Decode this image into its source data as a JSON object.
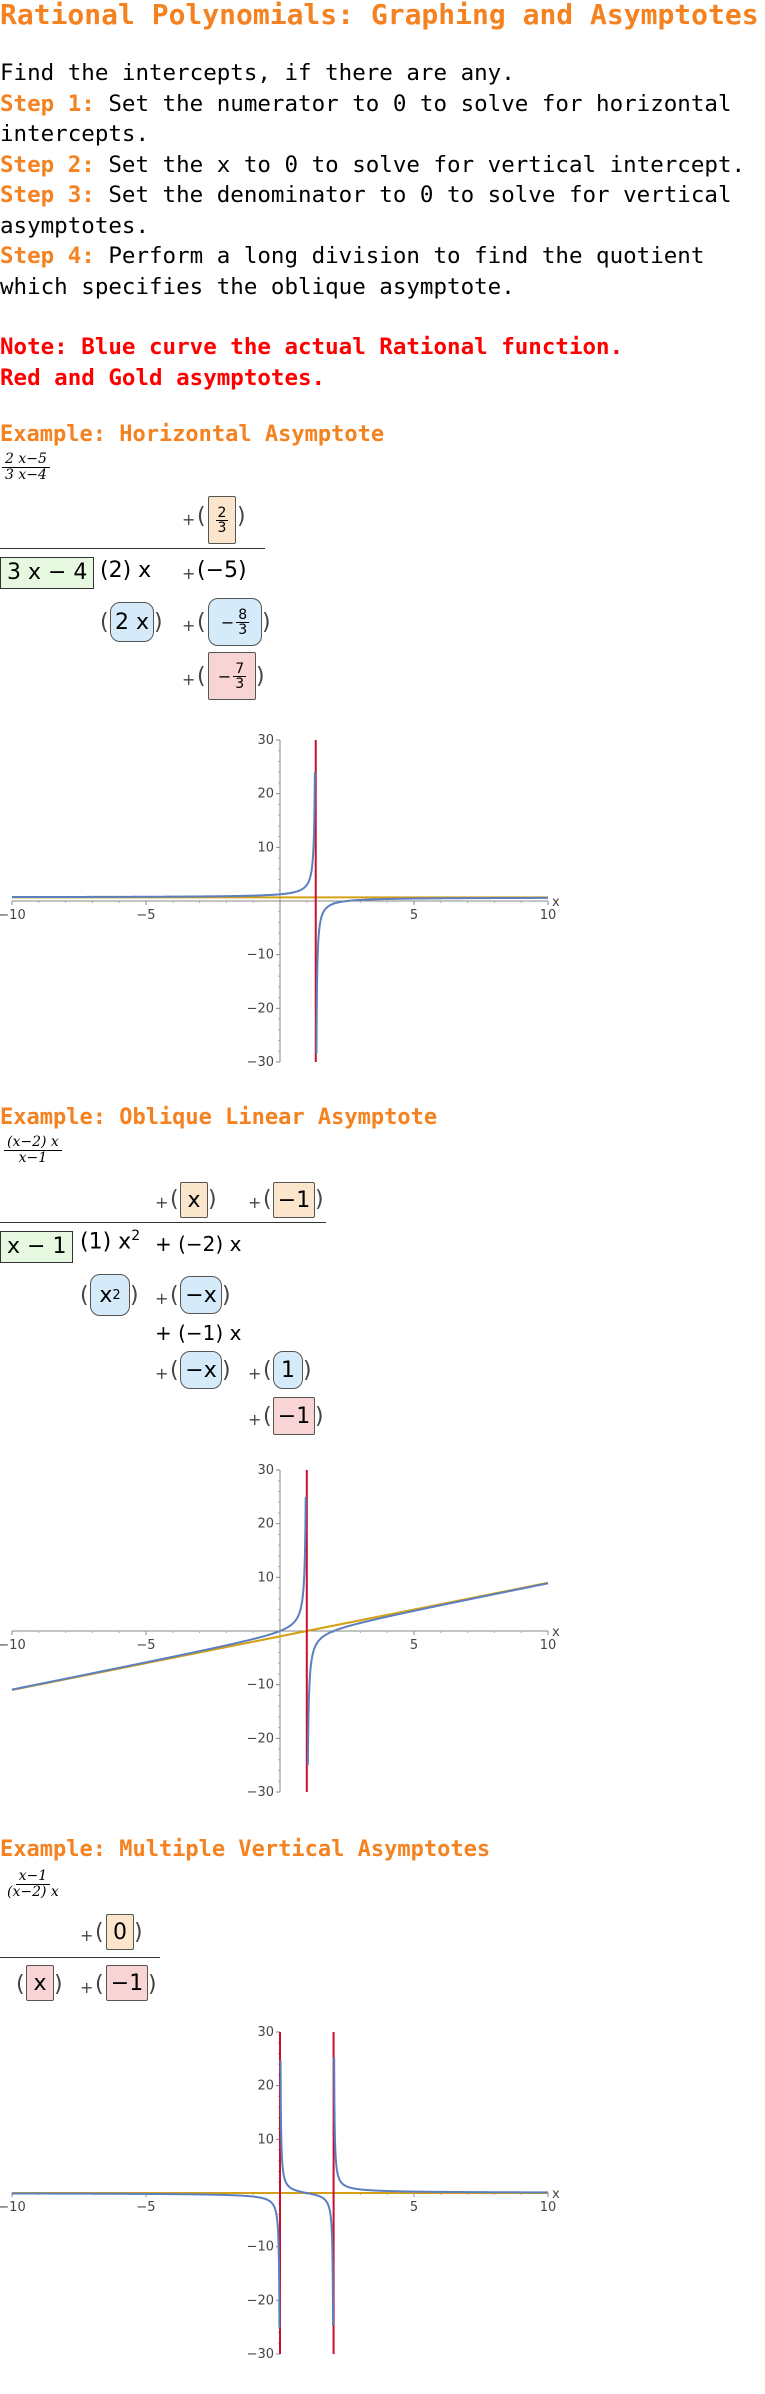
{
  "title": "Rational Polynomials: Graphing and Asymptotes",
  "intro": {
    "line1": "Find the intercepts, if there are any.",
    "steps": [
      {
        "label": "Step 1:",
        "text": " Set the numerator to 0 to solve for horizontal intercepts."
      },
      {
        "label": "Step 2:",
        "text": " Set the x to 0 to solve for vertical intercept."
      },
      {
        "label": "Step 3:",
        "text": " Set the denominator to 0 to solve for vertical asymptotes."
      },
      {
        "label": "Step 4:",
        "text": " Perform a long division to find the quotient which specifies the oblique asymptote."
      }
    ],
    "note1": "Note: Blue curve the actual Rational function.",
    "note2": "Red and Gold asymptotes."
  },
  "colors": {
    "orange": "#f58220",
    "red": "#ff0000",
    "curve": "#5b7fbf",
    "asymptote_v": "#c8102e",
    "asymptote_h": "#d4a017"
  },
  "examples": [
    {
      "title": "Example: Horizontal Asymptote",
      "fraction": {
        "num": "2 x−5",
        "den": "3 x−4"
      },
      "division": {
        "divisor": "3 x − 4",
        "quotient": [
          {
            "prefix": "+",
            "num": "2",
            "den": "3"
          }
        ],
        "dividend": [
          {
            "coef": "(2)",
            "var": "x"
          },
          {
            "prefix": "+ (",
            "val": "−5",
            "suffix": ")"
          }
        ],
        "subtract": [
          {
            "val": "2 x"
          },
          {
            "prefix": "+",
            "sign": "−",
            "num": "8",
            "den": "3"
          }
        ],
        "remainder": [
          {
            "prefix": "+",
            "sign": "−",
            "num": "7",
            "den": "3"
          }
        ]
      },
      "chart_data": {
        "type": "line",
        "function": "(2x-5)/(3x-4)",
        "xlim": [
          -10,
          10
        ],
        "ylim": [
          -30,
          30
        ],
        "xticks": [
          "−10",
          "−5",
          "5",
          "10"
        ],
        "yticks": [
          "30",
          "20",
          "10",
          "−10",
          "−20",
          "−30"
        ],
        "xlabel": "x",
        "vertical_asymptotes": [
          1.3333
        ],
        "oblique_asymptote": {
          "slope": 0,
          "intercept": 0.6667
        }
      }
    },
    {
      "title": "Example: Oblique Linear Asymptote",
      "fraction": {
        "num": "(x−2) x",
        "den": "x−1"
      },
      "division": {
        "divisor": "x − 1",
        "quotient": [
          {
            "prefix": "+",
            "val": "x"
          },
          {
            "prefix": "+",
            "val": "−1"
          }
        ],
        "dividend": [
          {
            "coef": "(1)",
            "var": "x",
            "exp": "2"
          },
          {
            "prefix": "+ (−2)",
            "var": "x"
          }
        ],
        "subtract": [
          {
            "val": "x",
            "exp": "2"
          },
          {
            "prefix": "+",
            "val": "−x"
          }
        ],
        "line3": {
          "prefix": "+ (−1)",
          "var": "x"
        },
        "line4": [
          {
            "prefix": "+",
            "val": "−x"
          },
          {
            "prefix": "+",
            "val": "1"
          }
        ],
        "remainder": [
          {
            "prefix": "+",
            "val": "−1"
          }
        ]
      },
      "chart_data": {
        "type": "line",
        "function": "(x-2)x/(x-1)",
        "xlim": [
          -10,
          10
        ],
        "ylim": [
          -30,
          30
        ],
        "xticks": [
          "−10",
          "−5",
          "5",
          "10"
        ],
        "yticks": [
          "30",
          "20",
          "10",
          "−10",
          "−20",
          "−30"
        ],
        "xlabel": "x",
        "vertical_asymptotes": [
          1
        ],
        "oblique_asymptote": {
          "slope": 1,
          "intercept": -1
        }
      }
    },
    {
      "title": "Example: Multiple Vertical Asymptotes",
      "fraction": {
        "num": "x−1",
        "den": "(x−2) x"
      },
      "division": {
        "quotient": [
          {
            "prefix": "+",
            "val": "0"
          }
        ],
        "dividend": [
          {
            "val": "x"
          },
          {
            "prefix": "+",
            "val": "−1"
          }
        ]
      },
      "chart_data": {
        "type": "line",
        "function": "(x-1)/((x-2)x)",
        "xlim": [
          -10,
          10
        ],
        "ylim": [
          -30,
          30
        ],
        "xticks": [
          "−10",
          "−5",
          "5",
          "10"
        ],
        "yticks": [
          "30",
          "20",
          "10",
          "−10",
          "−20",
          "−30"
        ],
        "xlabel": "x",
        "vertical_asymptotes": [
          0,
          2
        ],
        "oblique_asymptote": {
          "slope": 0,
          "intercept": 0
        }
      }
    }
  ]
}
